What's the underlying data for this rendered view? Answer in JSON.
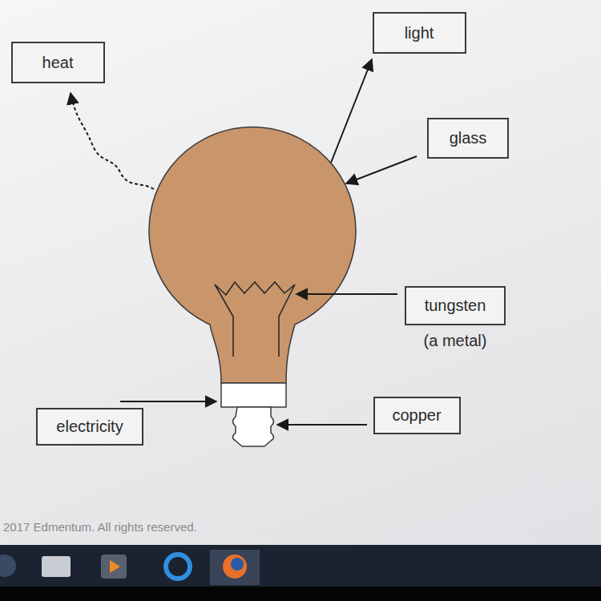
{
  "diagram": {
    "nodes": [
      {
        "text": [
          "light"
        ]
      },
      {
        "text": [
          "heat"
        ]
      },
      {
        "text": [
          "glass"
        ]
      },
      {
        "text": [
          "tungsten",
          "(a metal)"
        ]
      },
      {
        "text": [
          "copper"
        ]
      },
      {
        "text": [
          "electricity"
        ]
      }
    ],
    "labels": [
      "2017 Edmentum. All rights reserved."
    ]
  }
}
